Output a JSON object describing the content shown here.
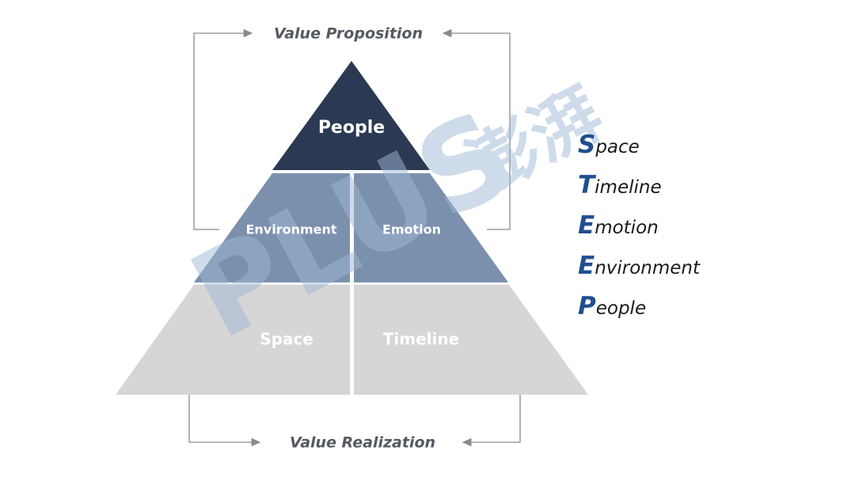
{
  "diagram": {
    "top_flow_label": "Value Proposition",
    "bottom_flow_label": "Value Realization",
    "layers": {
      "top": {
        "label": "People",
        "color": "#2b3a52",
        "text_color": "#ffffff"
      },
      "middle": {
        "left_label": "Environment",
        "right_label": "Emotion",
        "color": "#7b90ad",
        "text_color": "#ffffff"
      },
      "bottom": {
        "left_label": "Space",
        "right_label": "Timeline",
        "color": "#d6d6d6",
        "text_color": "#ffffff"
      }
    },
    "arrow_color": "#8a8a8a"
  },
  "steep": {
    "accent_color": "#1f4f8f",
    "items": [
      {
        "initial": "S",
        "rest": "pace"
      },
      {
        "initial": "T",
        "rest": "imeline"
      },
      {
        "initial": "E",
        "rest": "motion"
      },
      {
        "initial": "E",
        "rest": "nvironment"
      },
      {
        "initial": "P",
        "rest": "eople"
      }
    ]
  },
  "watermark": {
    "text_latin": "PLUS",
    "text_cjk": "澎湃",
    "color": "#9fb8d6",
    "accent": "#f2d27a"
  }
}
